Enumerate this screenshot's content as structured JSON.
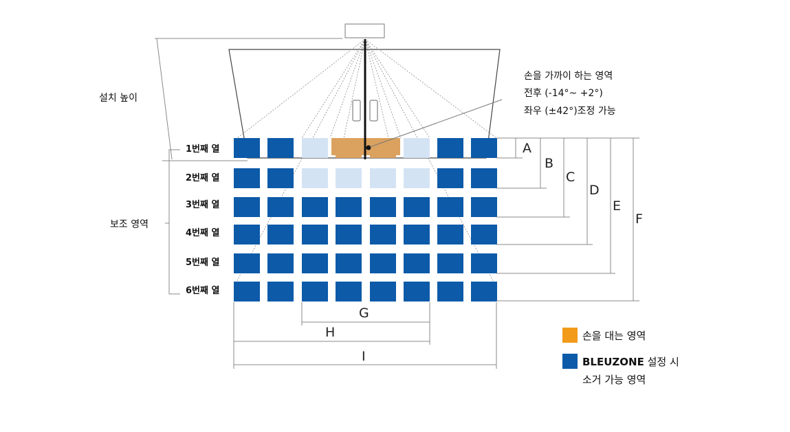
{
  "labels": {
    "install_height": "설치 높이",
    "aux_area": "보조 영역",
    "rows": [
      "1번째 열",
      "2번째 열",
      "3번째 열",
      "4번째 열",
      "5번째 열",
      "6번째 열"
    ]
  },
  "annotation": {
    "line1": "손을 가까이 하는 영역",
    "line2": "전후 (-14°~ +2°)",
    "line3": "좌우 (±42°)조정 가능"
  },
  "dimensions": {
    "A": "A",
    "B": "B",
    "C": "C",
    "D": "D",
    "E": "E",
    "F": "F",
    "G": "G",
    "H": "H",
    "I": "I"
  },
  "legend": {
    "hand_zone": "손을 대는 영역",
    "bleuzone_bold": "BLEUZONE",
    "bleuzone_rest": " 설정 시",
    "bleuzone_line2": "소거 가능 영역"
  },
  "colors": {
    "blue": "#0c5aa8",
    "light_blue": "#d4e3f4",
    "orange": "#f29a1a",
    "orange_overlay": "#dba25f",
    "line": "#9a9a9a",
    "dark": "#222222"
  },
  "grid": {
    "rows": [
      [
        "blue",
        "blue",
        "light",
        "orange",
        "orange",
        "light",
        "blue",
        "blue"
      ],
      [
        "blue",
        "blue",
        "light",
        "light",
        "light",
        "light",
        "blue",
        "blue"
      ],
      [
        "blue",
        "blue",
        "blue",
        "blue",
        "blue",
        "blue",
        "blue",
        "blue"
      ],
      [
        "blue",
        "blue",
        "blue",
        "blue",
        "blue",
        "blue",
        "blue",
        "blue"
      ],
      [
        "blue",
        "blue",
        "blue",
        "blue",
        "blue",
        "blue",
        "blue",
        "blue"
      ],
      [
        "blue",
        "blue",
        "blue",
        "blue",
        "blue",
        "blue",
        "blue",
        "blue"
      ]
    ]
  }
}
